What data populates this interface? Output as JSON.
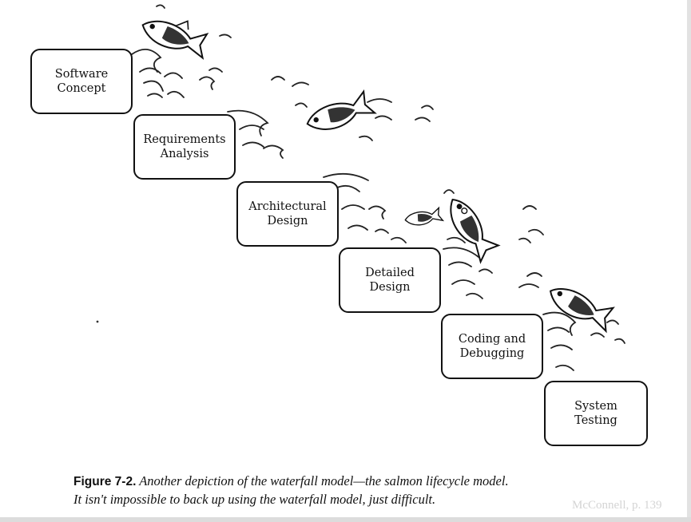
{
  "stages": [
    {
      "label_lines": [
        "Software",
        "Concept"
      ]
    },
    {
      "label_lines": [
        "Requirements",
        "Analysis"
      ]
    },
    {
      "label_lines": [
        "Architectural",
        "Design"
      ]
    },
    {
      "label_lines": [
        "Detailed",
        "Design"
      ]
    },
    {
      "label_lines": [
        "Coding and",
        "Debugging"
      ]
    },
    {
      "label_lines": [
        "System",
        "Testing"
      ]
    }
  ],
  "caption": {
    "figure_label": "Figure 7-2.",
    "text_line_1": "Another depiction of the waterfall model—the salmon lifecycle model.",
    "text_line_2": "It isn't impossible to back up using the waterfall model, just difficult."
  },
  "credit": "McConnell, p. 139"
}
